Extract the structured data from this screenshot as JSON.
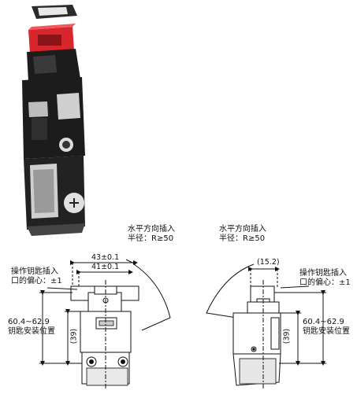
{
  "left_view": {
    "insert_title": "水平方向插入",
    "insert_radius": "半径：R≥50",
    "offset_line1": "操作钥匙插入",
    "offset_line2": "口的偏心：±1",
    "dim_43": "43±0.1",
    "dim_41": "41±0.1",
    "range_value": "60.4~62.9",
    "range_label": "钥匙安装位置",
    "dim_39": "(39)"
  },
  "right_view": {
    "insert_title": "水平方向插入",
    "insert_radius": "半径：R≥50",
    "offset_line1": "操作钥匙插入",
    "offset_line2": "口的偏心：±1",
    "dim_15": "(15.2)",
    "range_value": "60.4~62.9",
    "range_label": "钥匙安装位置",
    "dim_39": "(39)"
  },
  "colors": {
    "key_red": "#d8262c",
    "body_dark": "#1c1c1c",
    "line": "#111111"
  }
}
